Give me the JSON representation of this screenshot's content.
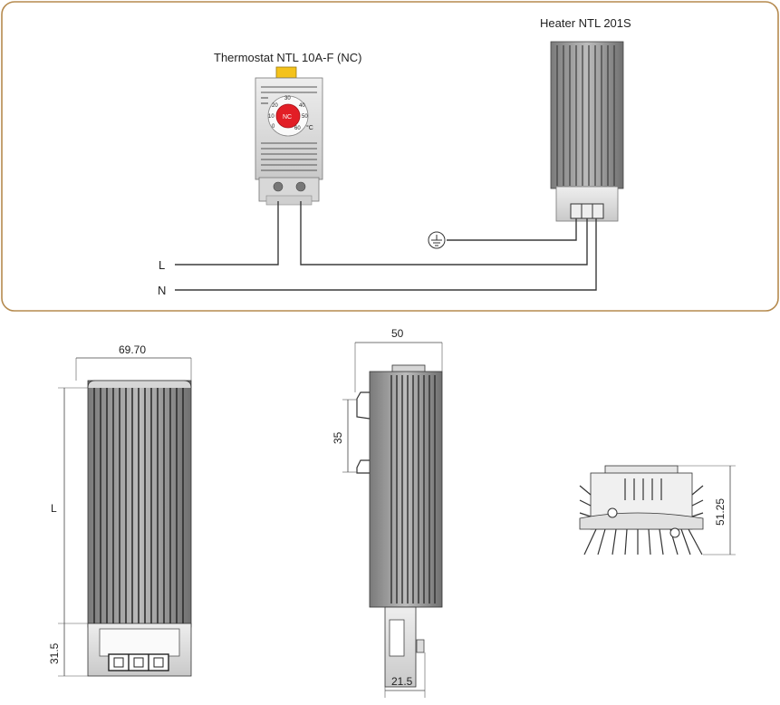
{
  "wiring": {
    "thermostat_label": "Thermostat NTL 10A-F (NC)",
    "heater_label": "Heater NTL 201S",
    "line_label": "L",
    "neutral_label": "N",
    "dial_scale": [
      "0",
      "10",
      "20",
      "30",
      "40",
      "50",
      "60"
    ],
    "dial_unit": "°C",
    "dial_text": "NC"
  },
  "dimensions": {
    "front_width": "69.70",
    "front_height": "L",
    "terminal_height": "31.5",
    "side_width": "50",
    "clip_spacing": "35",
    "bottom_width": "21.5",
    "end_height": "51.25"
  },
  "colors": {
    "frame": "#b58a4e",
    "dial": "#e21e26",
    "clip": "#f4c21b"
  }
}
